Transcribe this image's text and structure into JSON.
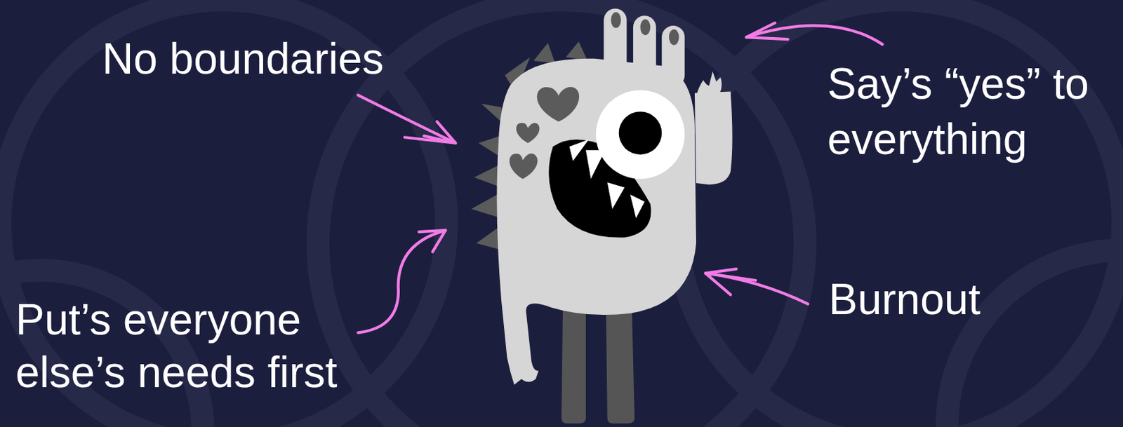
{
  "diagram": {
    "labels": [
      "No boundaries",
      "Say’s “yes” to everything",
      "Put’s everyone else’s needs first",
      "Burnout"
    ]
  }
}
